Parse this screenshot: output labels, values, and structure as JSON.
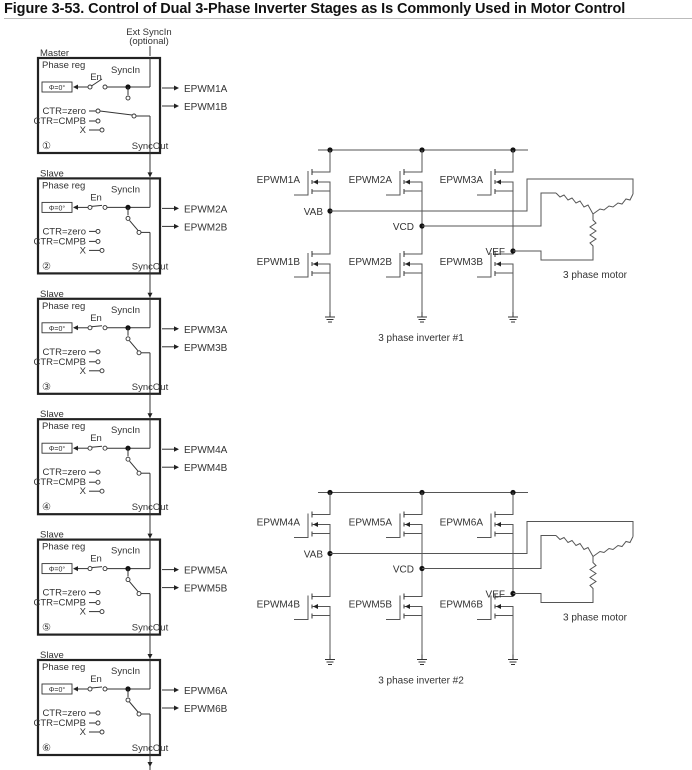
{
  "figure": {
    "title": "Figure 3-53. Control of Dual 3-Phase Inverter Stages as Is Commonly Used in Motor Control",
    "ext_sync_line1": "Ext SyncIn",
    "ext_sync_line2": "(optional)"
  },
  "epwm_blocks": [
    {
      "role": "Master",
      "number": "①",
      "out_a": "EPWM1A",
      "out_b": "EPWM1B"
    },
    {
      "role": "Slave",
      "number": "②",
      "out_a": "EPWM2A",
      "out_b": "EPWM2B"
    },
    {
      "role": "Slave",
      "number": "③",
      "out_a": "EPWM3A",
      "out_b": "EPWM3B"
    },
    {
      "role": "Slave",
      "number": "④",
      "out_a": "EPWM4A",
      "out_b": "EPWM4B"
    },
    {
      "role": "Slave",
      "number": "⑤",
      "out_a": "EPWM5A",
      "out_b": "EPWM5B"
    },
    {
      "role": "Slave",
      "number": "⑥",
      "out_a": "EPWM6A",
      "out_b": "EPWM6B"
    }
  ],
  "block_labels": {
    "phase_reg": "Phase reg",
    "phase_value": "Φ=0°",
    "en": "En",
    "sync_in": "SyncIn",
    "sync_out": "SyncOut",
    "ctr_zero": "CTR=zero",
    "ctr_cmpb": "CTR=CMPB",
    "x": "X"
  },
  "inverters": [
    {
      "caption": "3 phase inverter #1",
      "motor_label": "3 phase motor",
      "nodes": [
        "VAB",
        "VCD",
        "VEF"
      ],
      "high_side": [
        "EPWM1A",
        "EPWM2A",
        "EPWM3A"
      ],
      "low_side": [
        "EPWM1B",
        "EPWM2B",
        "EPWM3B"
      ]
    },
    {
      "caption": "3 phase inverter #2",
      "motor_label": "3 phase motor",
      "nodes": [
        "VAB",
        "VCD",
        "VEF"
      ],
      "high_side": [
        "EPWM4A",
        "EPWM5A",
        "EPWM6A"
      ],
      "low_side": [
        "EPWM4B",
        "EPWM5B",
        "EPWM6B"
      ]
    }
  ]
}
